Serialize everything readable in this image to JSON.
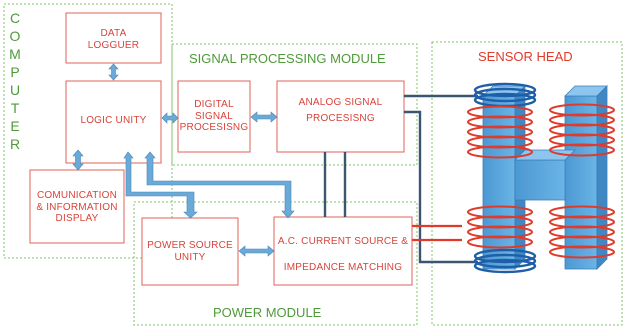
{
  "computer": {
    "title_letters": [
      "C",
      "O",
      "M",
      "P",
      "U",
      "T",
      "E",
      "R"
    ],
    "data_logger": [
      "DATA",
      "LOGGUER"
    ],
    "logic_unity": "LOGIC UNITY",
    "comm_display": [
      "COMUNICATION",
      "& INFORMATION",
      "DISPLAY"
    ]
  },
  "signal_processing": {
    "title": "SIGNAL PROCESSING MODULE",
    "digital": [
      "DIGITAL",
      "SIGNAL",
      "PROCESISNG"
    ],
    "analog": [
      "ANALOG SIGNAL",
      "PROCESISNG"
    ]
  },
  "power_module": {
    "title": "POWER MODULE",
    "power_source": [
      "POWER SOURCE",
      "UNITY"
    ],
    "ac_source": [
      "A.C.  CURRENT SOURCE &",
      "IMPEDANCE MATCHING"
    ]
  },
  "sensor_head": {
    "title": "SENSOR HEAD"
  },
  "colors": {
    "module_border": "#7cc46a",
    "box_border": "#e0605a",
    "text_red": "#d8433a",
    "text_green": "#4f9a3a",
    "arrow_blue": "#6aaad8",
    "wire_dark": "#3d5670",
    "coil_red": "#e03a2a",
    "coil_blue": "#1f5fa8",
    "core_blue": "#5aa6dc"
  }
}
